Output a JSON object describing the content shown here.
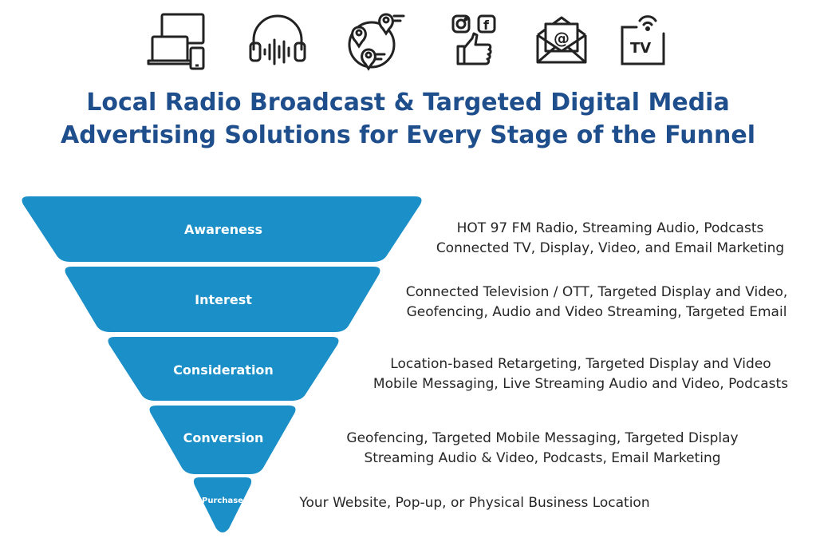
{
  "title": {
    "line1": "Local Radio Broadcast & Targeted Digital Media",
    "line2": "Advertising Solutions for Every Stage of the Funnel"
  },
  "icons": [
    "devices-icon",
    "headphones-icon",
    "location-pins-icon",
    "social-like-icon",
    "email-icon",
    "connected-tv-icon"
  ],
  "icon_text": {
    "tv": "TV",
    "at": "@",
    "facebook": "f"
  },
  "stages": [
    {
      "label": "Awareness",
      "lines": [
        "HOT 97 FM Radio, Streaming Audio, Podcasts",
        "Connected TV, Display, Video, and Email Marketing"
      ]
    },
    {
      "label": "Interest",
      "lines": [
        "Connected Television / OTT, Targeted Display and Video,",
        "Geofencing, Audio and Video Streaming, Targeted Email"
      ]
    },
    {
      "label": "Consideration",
      "lines": [
        "Location-based Retargeting, Targeted Display and Video",
        "Mobile Messaging, Live Streaming Audio and Video, Podcasts"
      ]
    },
    {
      "label": "Conversion",
      "lines": [
        "Geofencing, Targeted Mobile Messaging, Targeted Display",
        "Streaming Audio & Video, Podcasts, Email Marketing"
      ]
    },
    {
      "label": "Purchase",
      "lines": [
        "Your Website, Pop-up, or Physical Business Location"
      ]
    }
  ],
  "colors": {
    "funnel": "#1b8fc7",
    "title": "#1f4e8c",
    "text": "#262626",
    "icon": "#222222"
  }
}
